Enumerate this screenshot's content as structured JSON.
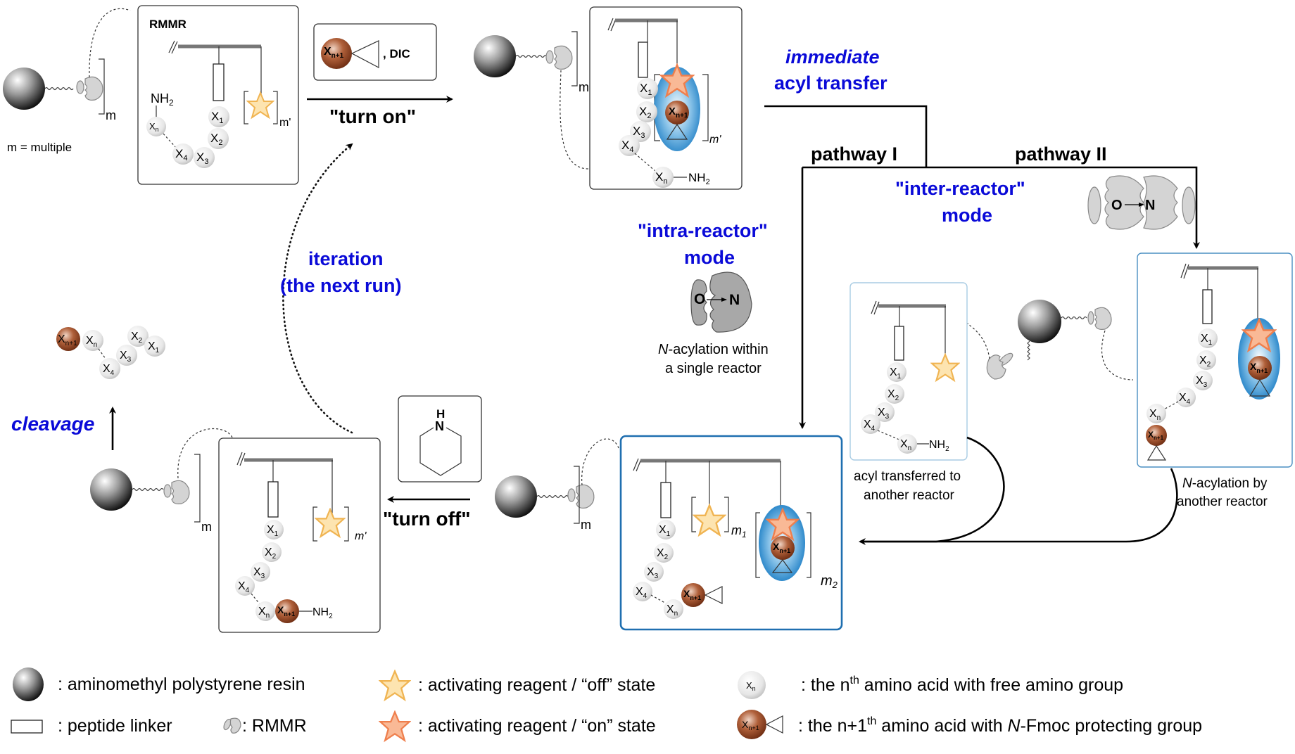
{
  "top": {
    "rmmr_title": "RMMR",
    "m_multiple": "m = multiple",
    "reagent_box": {
      "aa": "X",
      "aa_sub": "n+1",
      "suffix": ", DIC"
    },
    "turn_on": "\"turn on\"",
    "immediate": "immediate",
    "acyl_transfer": "acyl transfer",
    "pathway_1": "pathway I",
    "pathway_2": "pathway II",
    "inter_reactor": "\"inter-reactor\"",
    "inter_mode": "mode",
    "intra_reactor": "\"intra-reactor\"",
    "intra_mode": "mode",
    "n_acyl_within_1": "-acylation within",
    "n_acyl_within_2": "a single reactor",
    "n_italic": "N",
    "o_label": "O",
    "n_label": "N",
    "acyl_transferred_1": "acyl transferred to",
    "acyl_transferred_2": "another reactor",
    "n_acyl_by_1": "-acylation by",
    "n_acyl_by_2": "another reactor",
    "iteration_1": "iteration",
    "iteration_2": "(the next run)",
    "cleavage": "cleavage",
    "turn_off": "\"turn off\"",
    "piperidine_h": "H",
    "piperidine_n": "N"
  },
  "labels": {
    "m": "m",
    "m_prime": "m'",
    "m1": "m",
    "m1_sub": "1",
    "m2": "m",
    "m2_sub": "2",
    "nh2": "NH",
    "nh2_sub": "2",
    "x": "X",
    "subs": [
      "1",
      "2",
      "3",
      "4",
      "n",
      "n+1"
    ]
  },
  "legend": {
    "resin": ": aminomethyl polystyrene resin",
    "linker": ": peptide linker",
    "rmmr": ": RMMR",
    "off_state": ": activating reagent / “off” state",
    "on_state": ": activating reagent / “on” state",
    "free_aa_pre": ": the n",
    "free_aa_sup": "th",
    "free_aa_post": " amino acid with free amino group",
    "fmoc_pre": ": the n+1",
    "fmoc_sup": "th",
    "fmoc_mid": " amino acid with ",
    "fmoc_n": "N",
    "fmoc_post": "-Fmoc protecting group"
  },
  "colors": {
    "accent_blue": "#0a0ad8",
    "reactor_border": "#1f6fb0",
    "star_off": "#fde4b0",
    "star_on": "#f9b996",
    "fmoc_aa": "#8b3a1a"
  }
}
